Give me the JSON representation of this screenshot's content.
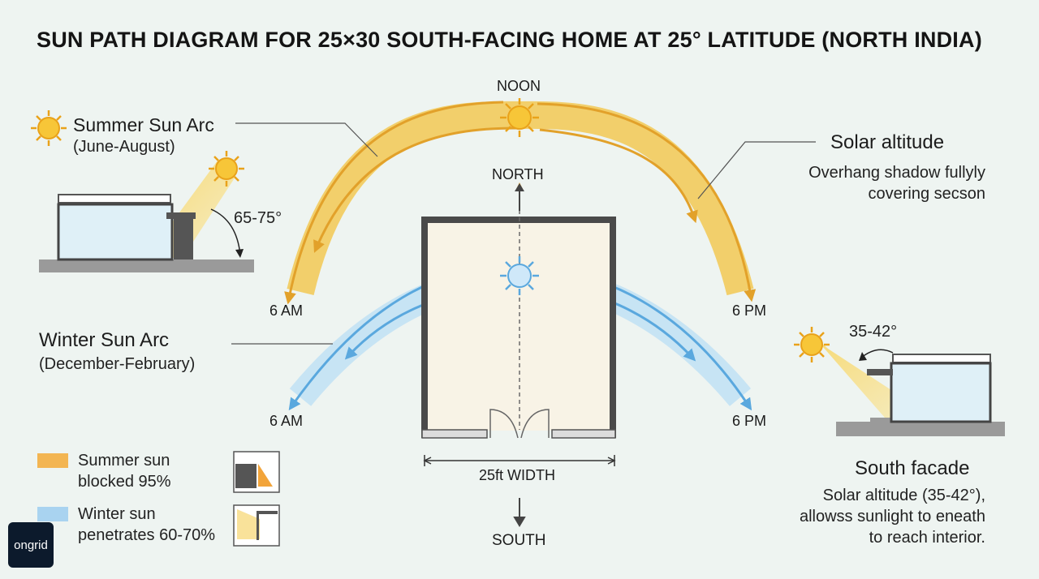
{
  "title": "SUN PATH DIAGRAM FOR 25×30 SOUTH-FACING HOME AT 25° LATITUDE (NORTH INDIA)",
  "summer": {
    "label": "Summer Sun Arc",
    "months": "(June-August)",
    "angle": "65-75°",
    "left_time": "6 AM",
    "right_time": "6 PM",
    "color": "#f2c64a"
  },
  "winter": {
    "label": "Winter Sun Arc",
    "months": "(December-February)",
    "left_time": "6 AM",
    "right_time": "6 PM",
    "color": "#8cc4ea"
  },
  "noon": "NOON",
  "north": "NORTH",
  "south": "SOUTH",
  "width_label": "25ft WIDTH",
  "solar_altitude": {
    "title": "Solar altitude",
    "line1": "Overhang shadow fullyly",
    "line2": "covering secson"
  },
  "south_facade": {
    "title": "South facade",
    "angle": "35-42°",
    "line1": "Solar altitude (35-42°),",
    "line2": "allowss sunlight to eneath",
    "line3": "to reach interior."
  },
  "legend": [
    {
      "line1": "Summer sun",
      "line2": "blocked 95%",
      "color": "#f3b552"
    },
    {
      "line1": "Winter sun",
      "line2": "penetrates 60-70%",
      "color": "#a9d3f0"
    }
  ],
  "logo": "ongrid"
}
